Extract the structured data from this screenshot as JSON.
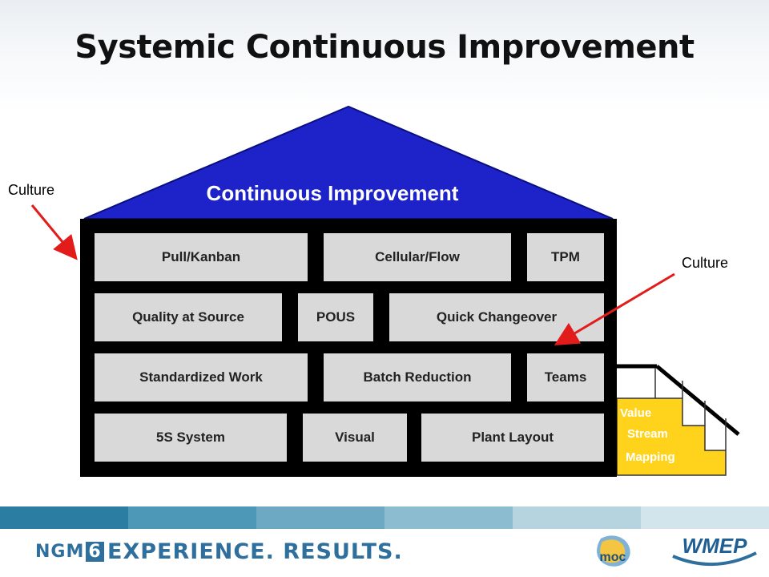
{
  "title": "Systemic Continuous Improvement",
  "roof_label": "Continuous Improvement",
  "culture_left": "Culture",
  "culture_right": "Culture",
  "rows": [
    [
      "Pull/Kanban",
      "Cellular/Flow",
      "TPM"
    ],
    [
      "Quality at Source",
      "POUS",
      "Quick Changeover"
    ],
    [
      "Standardized Work",
      "Batch Reduction",
      "Teams"
    ],
    [
      "5S System",
      "Visual",
      "Plant Layout"
    ]
  ],
  "steps": [
    "Value",
    "Stream",
    "Mapping"
  ],
  "footer": {
    "ngm_logo": "NGM",
    "ngm_logo_number": "6",
    "tagline": "EXPERIENCE. RESULTS.",
    "moc_logo": "moc",
    "wmep_logo": "WMEP"
  },
  "colors": {
    "roof": "#1d23c8",
    "block": "#d9d9d9",
    "house": "#000000",
    "steps": "#ffd21c",
    "arrow": "#e21b1b",
    "stripes": [
      "#2b7ea1",
      "#4e98b7",
      "#6da9c3",
      "#8cbcd0",
      "#b6d4e0",
      "#d2e4ec"
    ]
  },
  "icons": [
    "red-arrow-icon",
    "ngm6-logo",
    "moc-logo",
    "wmep-logo"
  ]
}
